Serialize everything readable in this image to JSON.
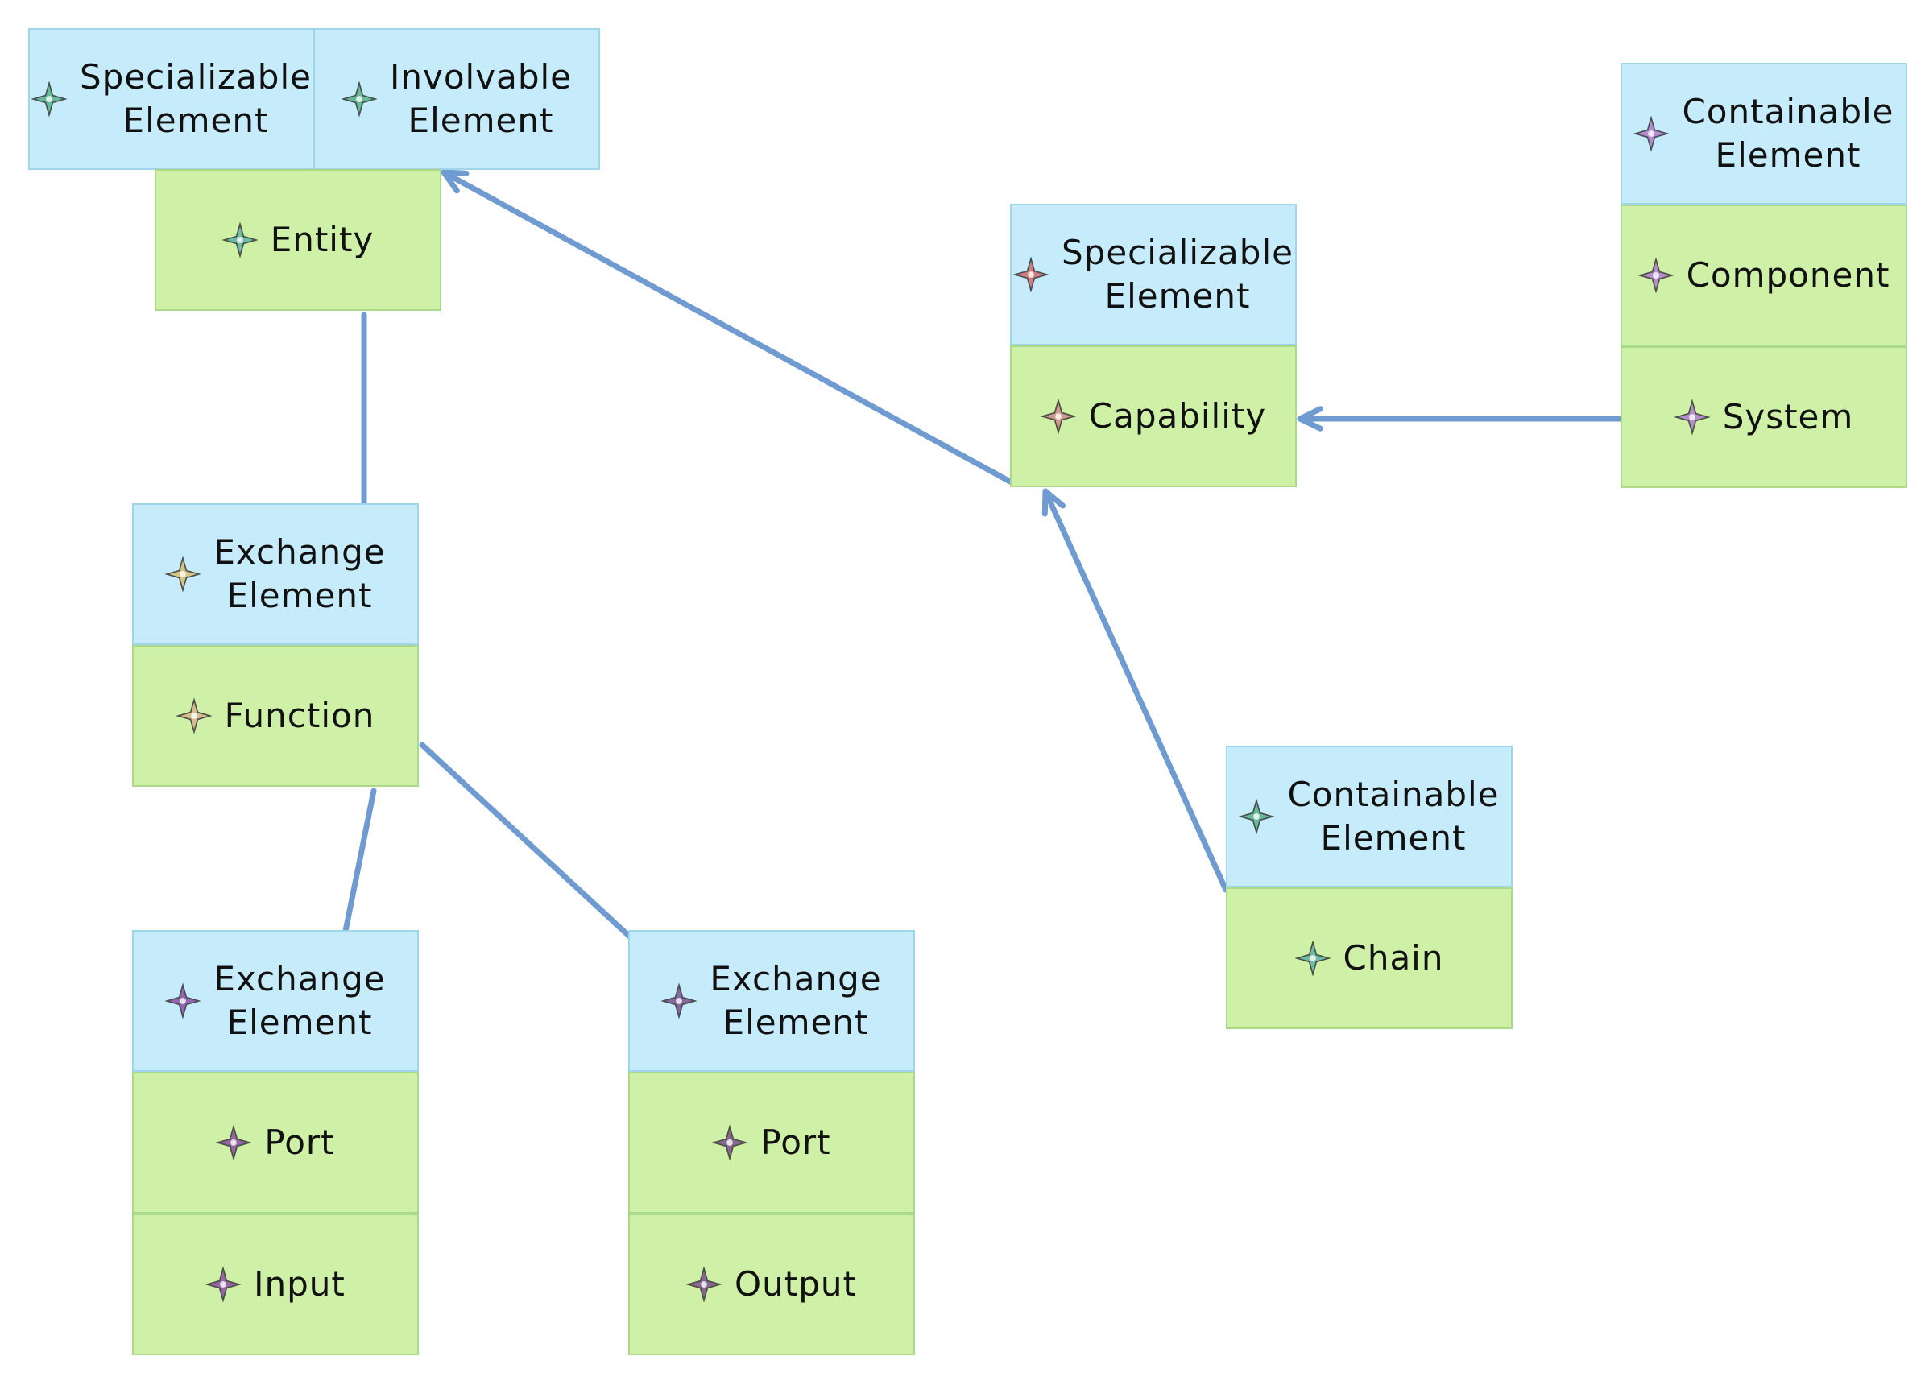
{
  "colors": {
    "interface_fill": "#c6ecfb",
    "class_fill": "#cff0a7",
    "edge": "#6f9bd1"
  },
  "nodes": {
    "specializable_element_1": {
      "label": "Specializable\nElement",
      "icon": "green-sparkle-icon",
      "icon_color": "#55b387"
    },
    "involvable_element": {
      "label": "Involvable\nElement",
      "icon": "green-sparkle-icon",
      "icon_color": "#55b387"
    },
    "entity": {
      "label": "Entity",
      "icon": "teal-sparkle-icon",
      "icon_color": "#5fb2a8"
    },
    "exchange_element_function": {
      "label": "Exchange\nElement",
      "icon": "yellow-sparkle-icon",
      "icon_color": "#d8c16a"
    },
    "function": {
      "label": "Function",
      "icon": "yellow-sparkle-icon",
      "icon_color": "#d8b48a"
    },
    "exchange_element_port_a": {
      "label": "Exchange\nElement",
      "icon": "purple-sparkle-icon",
      "icon_color": "#8a4fa5"
    },
    "port_a": {
      "label": "Port",
      "icon": "purple-sparkle-icon",
      "icon_color": "#8a4fa5"
    },
    "input": {
      "label": "Input",
      "icon": "purple-sparkle-icon",
      "icon_color": "#8a4fa5"
    },
    "exchange_element_port_b": {
      "label": "Exchange\nElement",
      "icon": "purple-sparkle-icon",
      "icon_color": "#7e4f8f"
    },
    "port_b": {
      "label": "Port",
      "icon": "purple-sparkle-icon",
      "icon_color": "#7e4f8f"
    },
    "output": {
      "label": "Output",
      "icon": "purple-sparkle-icon",
      "icon_color": "#7e4f8f"
    },
    "specializable_element_2": {
      "label": "Specializable\nElement",
      "icon": "red-sparkle-icon",
      "icon_color": "#d46a6a"
    },
    "capability": {
      "label": "Capability",
      "icon": "red-sparkle-icon",
      "icon_color": "#d48a8a"
    },
    "containable_element_1": {
      "label": "Containable\nElement",
      "icon": "lavender-sparkle-icon",
      "icon_color": "#b07ccf"
    },
    "component": {
      "label": "Component",
      "icon": "lavender-sparkle-icon",
      "icon_color": "#b07ccf"
    },
    "system": {
      "label": "System",
      "icon": "lavender-sparkle-icon",
      "icon_color": "#b07ccf"
    },
    "containable_element_2": {
      "label": "Containable\nElement",
      "icon": "green-sparkle-icon",
      "icon_color": "#55b387"
    },
    "chain": {
      "label": "Chain",
      "icon": "teal-sparkle-icon",
      "icon_color": "#5fb2a8"
    }
  },
  "edges": [
    {
      "from": "entity",
      "to": "function"
    },
    {
      "from": "function",
      "to": "port_a"
    },
    {
      "from": "function",
      "to": "port_b"
    },
    {
      "from": "capability",
      "to": "entity"
    },
    {
      "from": "system",
      "to": "capability"
    },
    {
      "from": "chain",
      "to": "capability"
    }
  ]
}
